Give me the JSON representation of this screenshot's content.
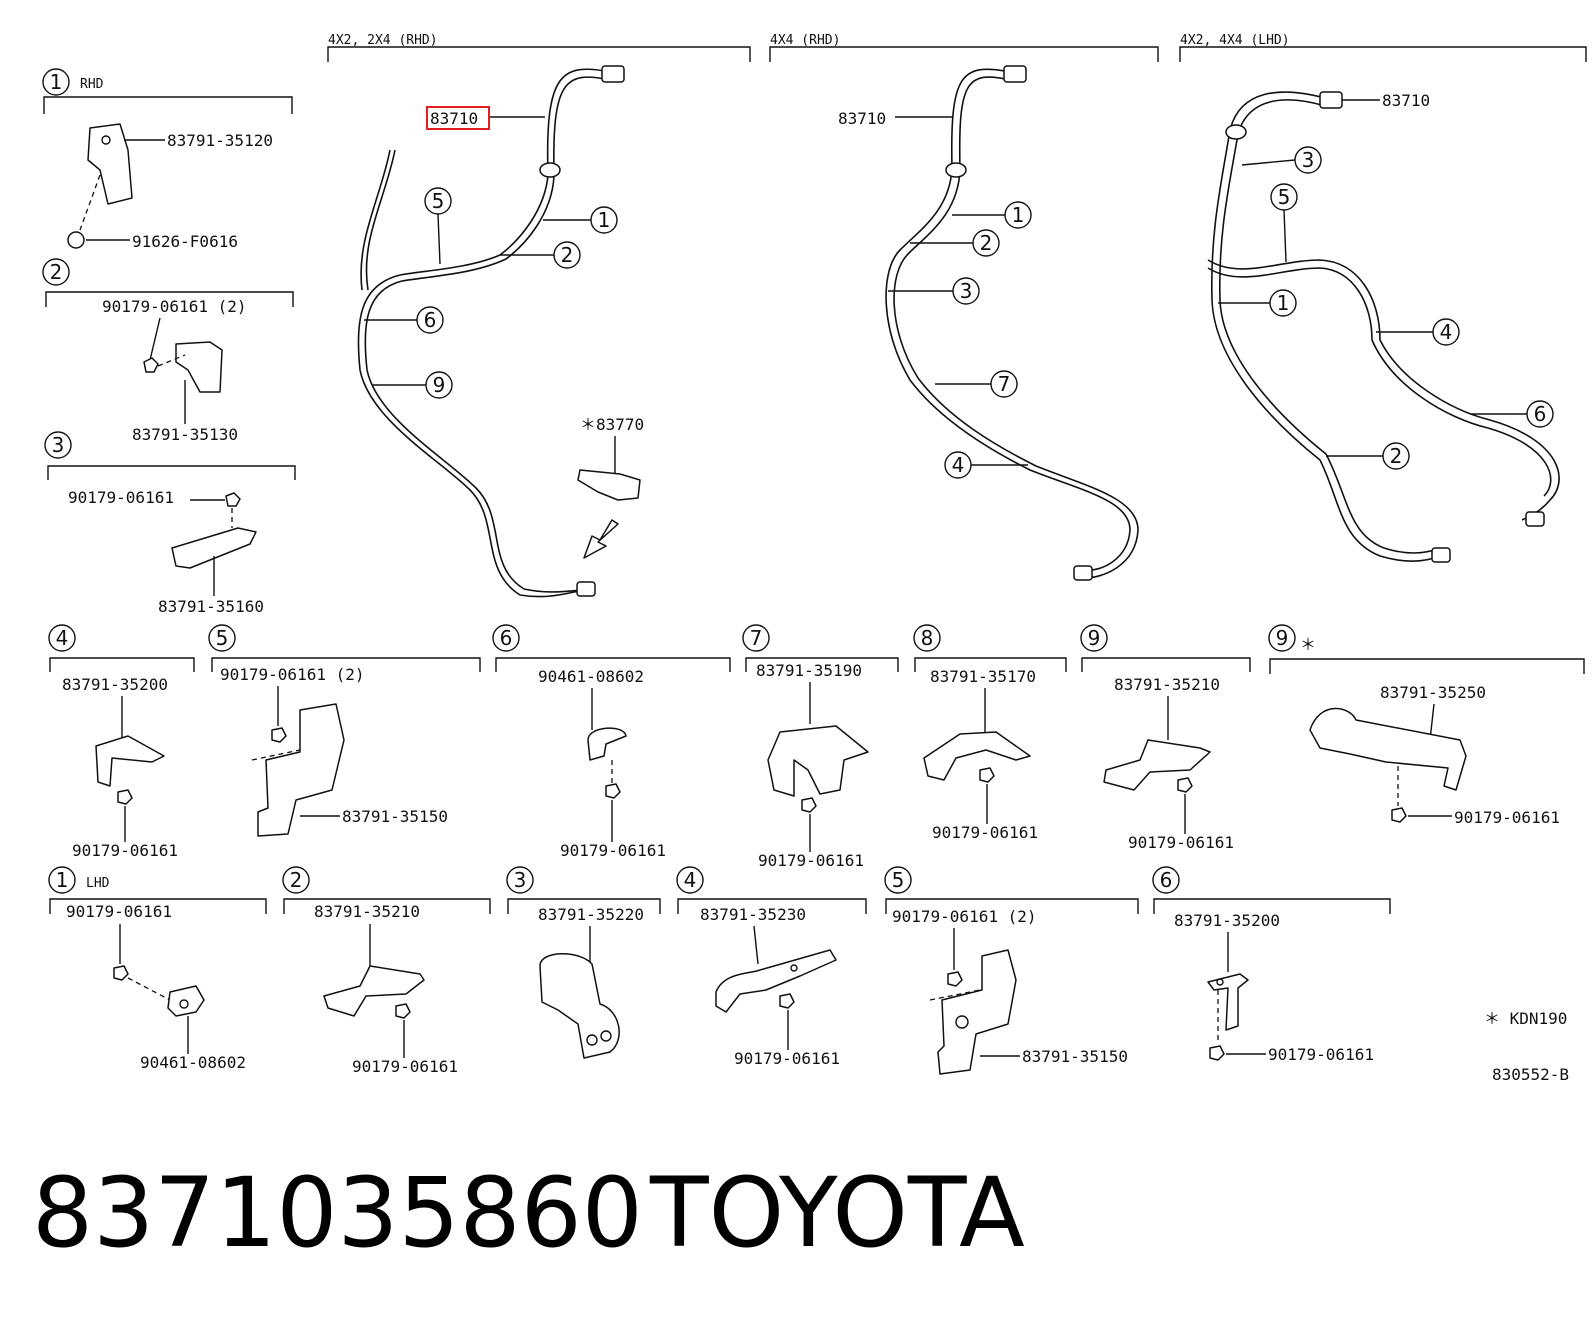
{
  "footer": {
    "part_number": "8371035860",
    "brand": "TOYOTA"
  },
  "ref_code": "830552-B",
  "note": "＊ KDN190",
  "variants": {
    "rhd_2wd": "4X2, 2X4 (RHD)",
    "rhd_4wd": "4X4 (RHD)",
    "lhd": "4X2, 4X4 (LHD)"
  },
  "cable": {
    "main": "83710",
    "sensor": "＊83770"
  },
  "cable_callouts": {
    "rhd2": [
      "5",
      "1",
      "2",
      "6",
      "9"
    ],
    "rhd4": [
      "1",
      "2",
      "3",
      "7",
      "4"
    ],
    "lhd": [
      "3",
      "5",
      "1",
      "4",
      "6",
      "2"
    ]
  },
  "rhd_header": "RHD",
  "lhd_header": "LHD",
  "g1": {
    "num": "1",
    "p1": "83791-35120",
    "p2": "91626-F0616"
  },
  "g2": {
    "num": "2",
    "p1": "90179-06161 (2)",
    "p2": "83791-35130"
  },
  "g3": {
    "num": "3",
    "p1": "90179-06161",
    "p2": "83791-35160"
  },
  "g4": {
    "num": "4",
    "p1": "83791-35200",
    "p2": "90179-06161"
  },
  "g5": {
    "num": "5",
    "p1": "90179-06161 (2)",
    "p2": "83791-35150"
  },
  "g6": {
    "num": "6",
    "p1": "90461-08602",
    "p2": "90179-06161"
  },
  "g7": {
    "num": "7",
    "p1": "83791-35190",
    "p2": "90179-06161"
  },
  "g8": {
    "num": "8",
    "p1": "83791-35170",
    "p2": "90179-06161"
  },
  "g9": {
    "num": "9",
    "p1": "83791-35210",
    "p2": "90179-06161"
  },
  "g9s": {
    "num": "9",
    "star": "＊",
    "p1": "83791-35250",
    "p2": "90179-06161"
  },
  "l1": {
    "num": "1",
    "p1": "90179-06161",
    "p2": "90461-08602"
  },
  "l2": {
    "num": "2",
    "p1": "83791-35210",
    "p2": "90179-06161"
  },
  "l3": {
    "num": "3",
    "p1": "83791-35220"
  },
  "l4": {
    "num": "4",
    "p1": "83791-35230",
    "p2": "90179-06161"
  },
  "l5": {
    "num": "5",
    "p1": "90179-06161 (2)",
    "p2": "83791-35150"
  },
  "l6": {
    "num": "6",
    "p1": "83791-35200",
    "p2": "90179-06161"
  },
  "colors": {
    "highlight": "#e02020",
    "ink": "#111111"
  }
}
